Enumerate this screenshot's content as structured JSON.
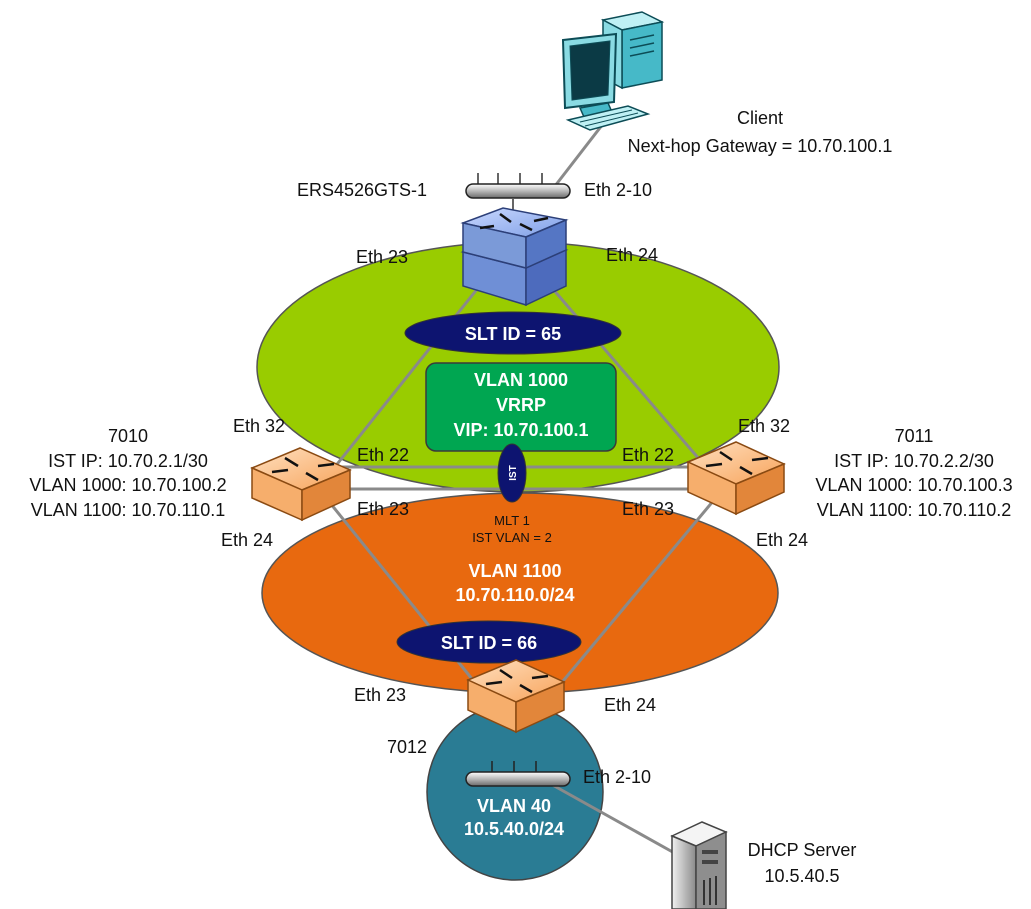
{
  "client": {
    "title": "Client",
    "gateway": "Next-hop Gateway = 10.70.100.1"
  },
  "ers": {
    "name": "ERS4526GTS-1",
    "port_client": "Eth 2-10",
    "port_left": "Eth 23",
    "port_right": "Eth 24"
  },
  "slt65": "SLT ID = 65",
  "vlan1000_box": {
    "line1": "VLAN 1000",
    "line2": "VRRP",
    "line3": "VIP: 10.70.100.1"
  },
  "ist_label": "IST",
  "mlt": {
    "line1": "MLT 1",
    "line2": "IST VLAN = 2"
  },
  "sw7010": {
    "name": "7010",
    "ist_ip": "IST IP: 10.70.2.1/30",
    "vlan1000": "VLAN 1000: 10.70.100.2",
    "vlan1100": "VLAN 1100: 10.70.110.1",
    "port_32": "Eth 32",
    "port_22": "Eth 22",
    "port_23": "Eth 23",
    "port_24": "Eth 24"
  },
  "sw7011": {
    "name": "7011",
    "ist_ip": "IST IP: 10.70.2.2/30",
    "vlan1000": "VLAN 1000: 10.70.100.3",
    "vlan1100": "VLAN 1100: 10.70.110.2",
    "port_32": "Eth 32",
    "port_22": "Eth 22",
    "port_23": "Eth 23",
    "port_24": "Eth 24"
  },
  "vlan1100": {
    "line1": "VLAN 1100",
    "line2": "10.70.110.0/24"
  },
  "slt66": "SLT ID = 66",
  "sw7012": {
    "name": "7012",
    "port_left": "Eth 23",
    "port_right": "Eth 24",
    "port_server": "Eth 2-10"
  },
  "vlan40": {
    "line1": "VLAN 40",
    "line2": "10.5.40.0/24"
  },
  "dhcp": {
    "title": "DHCP Server",
    "ip": "10.5.40.5"
  },
  "colors": {
    "green_ellipse": "#99cc00",
    "orange_ellipse": "#e8690f",
    "teal_circle": "#2a7c94",
    "navy_oval": "#0d1470",
    "vrrp_box": "#00a651",
    "switch_blue": "#7b9ad8",
    "switch_orange": "#f6ae6c"
  }
}
